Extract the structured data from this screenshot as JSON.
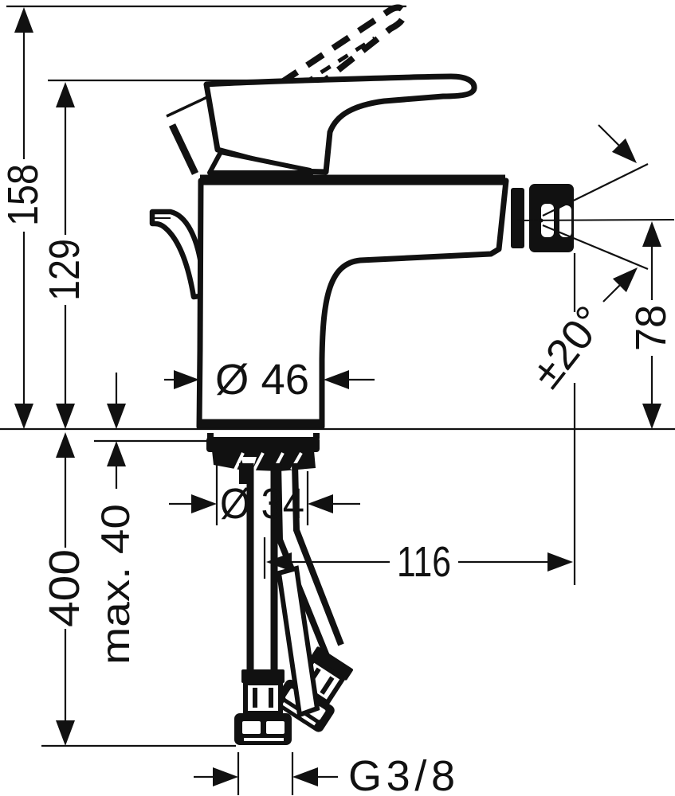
{
  "drawing": {
    "type": "technical-dimension-drawing",
    "subject": "single-lever bidet mixer faucet, side view with mounting and supply hoses",
    "units": "mm",
    "line_color": "#111111",
    "background": "#ffffff",
    "dimensions": {
      "total_height_handle_raised": "158",
      "height_handle_down": "129",
      "body_diameter": "Ø 46",
      "spout_swivel_angle": "±20°",
      "spout_outlet_height": "78",
      "max_deck_thickness": "max. 40",
      "hose_length": "400",
      "tap_hole_diameter": "Ø 34",
      "spout_reach": "116",
      "connection_thread": "G3/8"
    }
  }
}
